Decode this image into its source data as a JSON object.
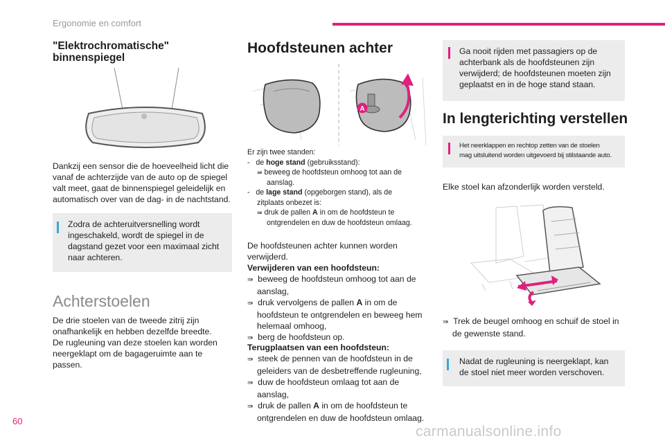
{
  "header": {
    "section": "Ergonomie en comfort"
  },
  "page_number": "60",
  "watermark": "carmanualsonline.info",
  "col1": {
    "mirror_heading_1": "\"Elektrochromatische\"",
    "mirror_heading_2": "binnenspiegel",
    "mirror_text": [
      "Dankzij een sensor die de hoeveelheid licht die",
      "vanaf de achterzijde van de auto op de spiegel",
      "valt meet, gaat de binnenspiegel geleidelijk en",
      "automatisch over van de dag- in de nachtstand."
    ],
    "info_box": [
      "Zodra de achteruitversnelling wordt",
      "ingeschakeld, wordt de spiegel in de",
      "dagstand gezet voor een maximaal zicht",
      "naar achteren."
    ],
    "rear_seats_heading": "Achterstoelen",
    "rear_seats_text": [
      "De drie stoelen van de tweede zitrij zijn",
      "onafhankelijk en hebben dezelfde breedte.",
      "De rugleuning van deze stoelen kan worden",
      "neergeklapt om de bagageruimte aan te",
      "passen."
    ]
  },
  "col2": {
    "heading": "Hoofdsteunen achter",
    "label_a": "A",
    "intro": "Er zijn twee standen:",
    "pos1_dash": "-",
    "pos1_pre": "de ",
    "pos1_bold": "hoge stand",
    "pos1_post": " (gebruiksstand):",
    "pos1_step_1": "beweeg de hoofdsteun omhoog tot aan de",
    "pos1_step_2": "aanslag.",
    "pos2_dash": "-",
    "pos2_pre": "de ",
    "pos2_bold": "lage stand",
    "pos2_post": " (opgeborgen stand), als de",
    "pos2_line2": "zitplaats onbezet is:",
    "pos2_step_1a": "druk de pallen ",
    "pos2_step_1b": "A",
    "pos2_step_1c": " in om de hoofdsteun te",
    "pos2_step_2": "ontgrendelen en duw de hoofdsteun omlaag.",
    "removable_1": "De hoofdsteunen achter kunnen worden",
    "removable_2": "verwijderd.",
    "remove_heading": "Verwijderen van een hoofdsteun:",
    "remove_steps": [
      [
        "beweeg de hoofdsteun omhoog tot aan de",
        "aanslag,"
      ],
      [
        "druk vervolgens de pallen ",
        "A",
        " in om de",
        "hoofdsteun te ontgrendelen en beweeg hem",
        "helemaal omhoog,"
      ],
      [
        "berg de hoofdsteun op."
      ]
    ],
    "refit_heading": "Terugplaatsen van een hoofdsteun:",
    "refit_steps": [
      [
        "steek de pennen van de hoofdsteun in de",
        "geleiders van de desbetreffende rugleuning,"
      ],
      [
        "duw de hoofdsteun omlaag tot aan de",
        "aanslag,"
      ],
      [
        "druk de pallen ",
        "A",
        " in om de hoofdsteun te",
        "ontgrendelen en duw de hoofdsteun omlaag."
      ]
    ]
  },
  "col3": {
    "warn_box_1": [
      "Ga nooit rijden met passagiers op de",
      "achterbank als de hoofdsteunen zijn",
      "verwijderd; de hoofdsteunen moeten zijn",
      "geplaatst en in de hoge stand staan."
    ],
    "heading": "In lengterichting verstellen",
    "warn_box_2": [
      "Het neerklappen en rechtop zetten van de stoelen",
      "mag uitsluitend worden uitgevoerd bij stilstaande auto."
    ],
    "adjust_text": "Elke stoel kan afzonderlijk worden versteld.",
    "step": [
      "Trek de beugel omhoog en schuif de stoel in",
      "de gewenste stand."
    ],
    "info_box": [
      "Nadat de rugleuning is neergeklapt, kan",
      "de stoel niet meer worden verschoven."
    ]
  },
  "icons": {
    "bullet": "",
    "warning": "!",
    "bullet_glyph": "⇛"
  },
  "colors": {
    "accent": "#e0207e",
    "info": "#3aa7d6",
    "box_bg": "#ececec"
  }
}
